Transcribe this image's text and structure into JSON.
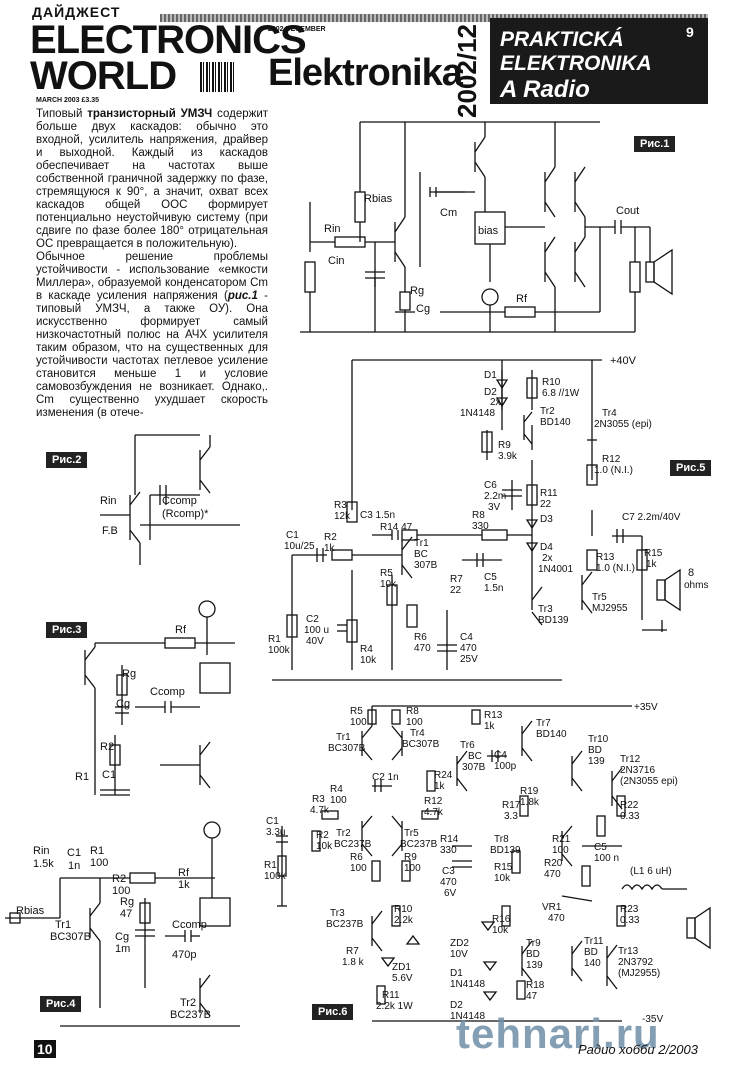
{
  "header": {
    "ew_top": "ДАЙДЖЕСТ",
    "ew_title1": "ELECTRONICS",
    "ew_title2": "WORLD",
    "ew_date": "MARCH 2003 £3.35",
    "el_date": "2002 DECEMBER",
    "el_title": "Elektronika",
    "el_year": "2002/12",
    "pe_line1": "PRAKTICKÁ",
    "pe_line2": "ELEKTRONIKA",
    "pe_line3": "A Radio",
    "pe_num": "9"
  },
  "article": {
    "intro": "Типовый ",
    "bold1": "транзисторный УМЗЧ",
    "p1": " содержит больше двух каскадов: обычно это входной, усилитель напряжения, драйвер и выходной. Каждый из каскадов обеспечивает на частотах выше собственной граничной задержку по фазе, стремящуюся к 90°, а значит, охват всех каскадов общей ООС формирует потенциально неустойчивую систему (при сдвиге по фазе более 180° отрицательная ОС превращается в положительную).",
    "p2a": "Обычное решение проблемы устойчивости - использование «емкости Миллера», образуемой конденсатором Cm в каскаде усиления напряжения (",
    "bold2": "рис.1",
    "p2b": " - типовый УМЗЧ, а также ОУ). Она искусственно формирует самый низкочастотный полюс на АЧХ усилителя таким образом, что на существенных для устойчивости частотах петлевое усиление становится меньше 1 и условие самовозбуждения не возникает. Однако,. Cm существенно ухудшает скорость изменения (в отече-"
  },
  "figures": {
    "fig1": "Рис.1",
    "fig2": "Рис.2",
    "fig3": "Рис.3",
    "fig4": "Рис.4",
    "fig5": "Рис.5",
    "fig6": "Рис.6"
  },
  "fig1_labels": {
    "rbias": "Rbias",
    "rin": "Rin",
    "cin": "Cin",
    "cm": "Cm",
    "bias": "bias",
    "rg": "Rg",
    "cg": "Cg",
    "rf": "Rf",
    "cout": "Cout"
  },
  "fig2_labels": {
    "rin": "Rin",
    "fb": "F.B",
    "ccomp": "Ccomp",
    "rcomp": "(Rcomp)*"
  },
  "fig3_labels": {
    "rf": "Rf",
    "rg": "Rg",
    "cg": "Cg",
    "ccomp": "Ccomp",
    "r2": "R2",
    "r1": "R1",
    "c1": "C1"
  },
  "fig4_labels": {
    "rin": "Rin",
    "rin_v": "1.5k",
    "rbias": "Rbias",
    "c1": "C1",
    "c1_v": "1n",
    "r1": "R1",
    "r1_v": "100",
    "r2": "R2",
    "r2_v": "100",
    "rf": "Rf",
    "rf_v": "1k",
    "rg": "Rg",
    "rg_v": "47",
    "cg": "Cg",
    "cg_v": "1m",
    "ccomp": "Ccomp",
    "ccomp_v": "470p",
    "tr1": "Tr1",
    "tr1_v": "BC307B",
    "tr2": "Tr2",
    "tr2_v": "BC237B"
  },
  "fig5_labels": {
    "v40": "+40V",
    "d1": "D1",
    "d2": "D2",
    "d2_v": "2x",
    "d2_t": "1N4148",
    "r10": "R10",
    "r10_v": "6.8 //1W",
    "tr2": "Tr2",
    "tr2_v": "BD140",
    "tr4": "Tr4",
    "tr4_v": "2N3055 (epi)",
    "r9": "R9",
    "r9_v": "3.9k",
    "r12": "R12",
    "r12_v": "1.0 (N.I.)",
    "r3": "R3",
    "r3_v": "12k",
    "c6": "C6",
    "c6_v": "2.2m",
    "c6_u": "3V",
    "r11": "R11",
    "r11_v": "22",
    "c3": "C3 1.5n",
    "r14": "R14 47",
    "r8": "R8",
    "r8_v": "330",
    "d3": "D3",
    "c7": "C7 2.2m/40V",
    "c1": "C1",
    "c1_v": "10u/25",
    "r2": "R2",
    "r2_v": "1k",
    "tr1": "Tr1",
    "tr1_v": "BC",
    "tr1_t": "307B",
    "d4": "D4",
    "d4_v": "2x",
    "d4_t": "1N4001",
    "r13": "R13",
    "r13_v": "1.0 (N.I.)",
    "r15": "R15",
    "r15_v": "1k",
    "spk": "8",
    "spk_v": "ohms",
    "r5": "R5",
    "r5_v": "10k",
    "r7": "R7",
    "r7_v": "22",
    "c5": "C5",
    "c5_v": "1.5n",
    "tr5": "Tr5",
    "tr5_v": "MJ2955",
    "c2": "C2",
    "c2_v": "100 u",
    "c2_u": "40V",
    "tr3": "Tr3",
    "tr3_v": "BD139",
    "r1": "R1",
    "r1_v": "100k",
    "r6": "R6",
    "r6_v": "470",
    "c4": "C4",
    "c4_v": "470",
    "c4_u": "25V",
    "r4": "R4",
    "r4_v": "10k"
  },
  "fig6_labels": {
    "v35p": "+35V",
    "v35n": "-35V",
    "r5": "R5",
    "r5_v": "100",
    "r8": "R8",
    "r8_v": "100",
    "r13": "R13",
    "r13_v": "1k",
    "tr7": "Tr7",
    "tr7_v": "BD140",
    "tr1": "Tr1",
    "tr1_v": "BC307B",
    "tr4": "Tr4",
    "tr4_v": "BC307B",
    "tr6": "Tr6",
    "tr6_v": "BC",
    "tr6_t": "307B",
    "c4": "C4",
    "c4_v": "100p",
    "tr10": "Tr10",
    "tr10_v": "BD",
    "tr10_t": "139",
    "tr12": "Tr12",
    "tr12_v": "2N3716",
    "tr12_t": "(2N3055 epi)",
    "r24": "R24",
    "r24_v": "1k",
    "c2": "C2 1n",
    "r4": "R4",
    "r4_v": "100",
    "r19": "R19",
    "r19_v": "1.8k",
    "r22": "R22",
    "r22_v": "0.33",
    "r3": "R3",
    "r3_v": "4.7k",
    "r12": "R12",
    "r12_v": "4.7k",
    "r17": "R17",
    "r17_v": "3.3",
    "c1": "C1",
    "c1_v": "3.3u",
    "r2": "R2",
    "r2_v": "10k",
    "tr2": "Tr2",
    "tr2_v": "BC237B",
    "tr5": "Tr5",
    "tr5_v": "BC237B",
    "tr8": "Tr8",
    "tr8_v": "BD139",
    "r21": "R21",
    "r21_v": "100",
    "c5": "C5",
    "c5_v": "100 n",
    "r14": "R14",
    "r14_v": "330",
    "r6": "R6",
    "r6_v": "100",
    "r9": "R9",
    "r9_v": "100",
    "r20": "R20",
    "r20_v": "470",
    "r1": "R1",
    "r1_v": "100k",
    "c3": "C3",
    "c3_v": "470",
    "c3_u": "6V",
    "r15": "R15",
    "r15_v": "10k",
    "l1": "(L1 6 uH)",
    "vr1": "VR1",
    "vr1_v": "470",
    "r23": "R23",
    "r23_v": "0.33",
    "tr3": "Tr3",
    "tr3_v": "BC237B",
    "r10": "R10",
    "r10_v": "2.2k",
    "r16": "R16",
    "r16_v": "10k",
    "zd2": "ZD2",
    "zd2_v": "10V",
    "tr9": "Tr9",
    "tr9_v": "BD",
    "tr9_t": "139",
    "tr11": "Tr11",
    "tr11_v": "BD",
    "tr11_t": "140",
    "tr13": "Tr13",
    "tr13_v": "2N3792",
    "tr13_t": "(MJ2955)",
    "r7": "R7",
    "r7_v": "1.8 k",
    "zd1": "ZD1",
    "zd1_v": "5.6V",
    "d1": "D1",
    "d1_v": "1N4148",
    "r18": "R18",
    "r18_v": "47",
    "d2": "D2",
    "d2_v": "1N4148",
    "r11": "R11",
    "r11_v": "2.2k 1W"
  },
  "footer": {
    "page": "10",
    "journal": "Радио хобби 2/2003",
    "watermark": "tehnari.ru"
  }
}
